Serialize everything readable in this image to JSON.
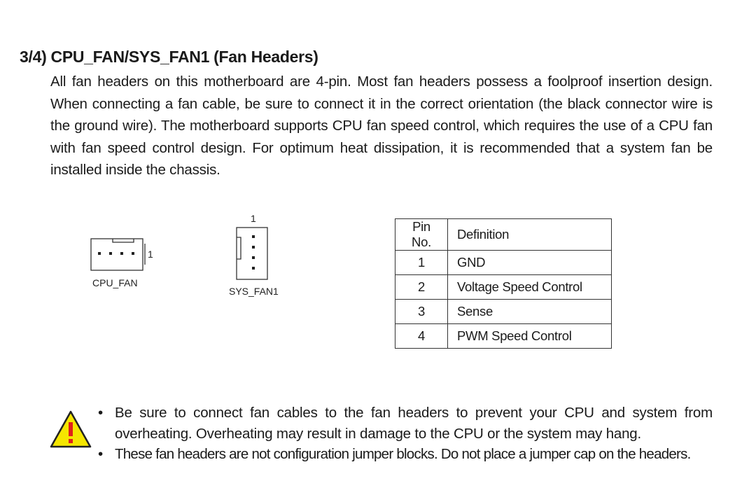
{
  "section": {
    "title": "3/4) CPU_FAN/SYS_FAN1 (Fan Headers)",
    "description": "All fan headers on this motherboard are 4-pin. Most fan headers possess a foolproof insertion design. When connecting a fan cable, be sure to connect it in the correct orientation (the black connector wire is the ground wire). The motherboard supports CPU fan speed control, which requires the use of a CPU fan with fan speed control design. For optimum heat dissipation, it is recommended that a system fan be installed inside the chassis."
  },
  "diagrams": {
    "cpu_fan": {
      "label": "CPU_FAN",
      "pin1_marker": "1"
    },
    "sys_fan": {
      "label": "SYS_FAN1",
      "pin1_marker": "1"
    }
  },
  "pin_table": {
    "headers": [
      "Pin No.",
      "Definition"
    ],
    "rows": [
      [
        "1",
        "GND"
      ],
      [
        "2",
        "Voltage Speed Control"
      ],
      [
        "3",
        "Sense"
      ],
      [
        "4",
        "PWM Speed Control"
      ]
    ]
  },
  "warnings": {
    "icon": "warning-triangle-icon",
    "icon_color": "#f5e600",
    "bullet": "•",
    "items": [
      "Be sure to connect fan cables to the fan headers to prevent your CPU and system from overheating. Overheating may result in damage to the CPU or the system may hang.",
      "These fan headers are not configuration jumper blocks. Do not place a jumper cap on the headers."
    ]
  }
}
